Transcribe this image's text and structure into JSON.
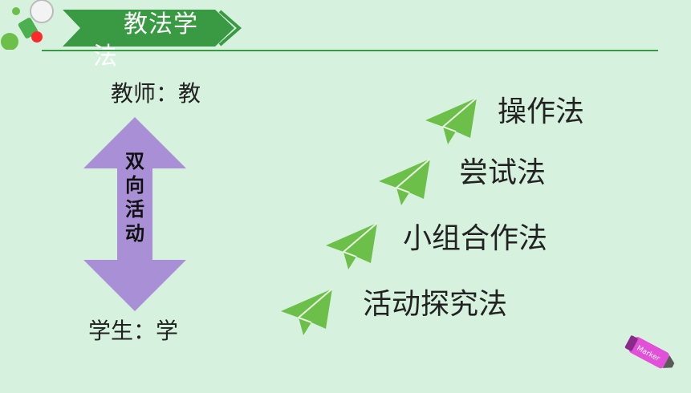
{
  "header": {
    "title": "教法学",
    "title_overflow": "法"
  },
  "roles": {
    "teacher": "教师：教",
    "student": "学生：学"
  },
  "arrow": {
    "chars": [
      "双",
      "向",
      "活",
      "动"
    ]
  },
  "methods": [
    "操作法",
    "尝试法",
    "小组合作法",
    "活动探究法"
  ],
  "marker": {
    "label": "Marker"
  },
  "colors": {
    "background": "#d6f2de",
    "accent_green": "#3a9a44",
    "arrow_purple": "#a88fd6",
    "plane_green": "#6cc04a"
  }
}
